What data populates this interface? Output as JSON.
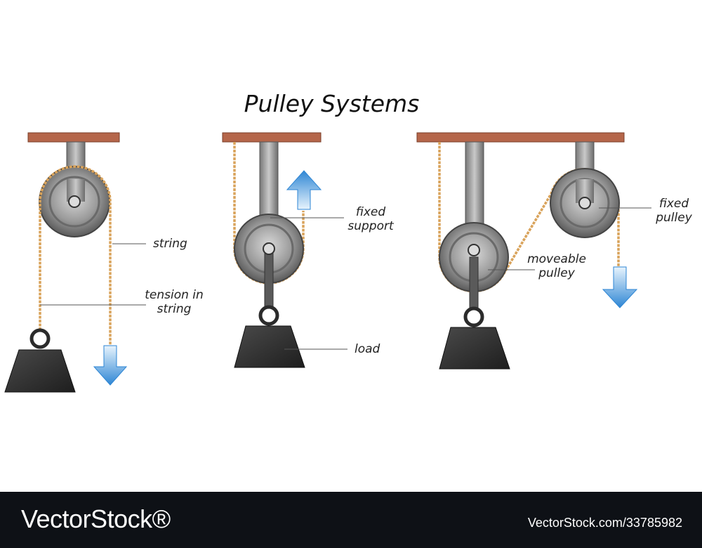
{
  "title": "Pulley Systems",
  "labels": {
    "string": "string",
    "tension_line1": "tension in",
    "tension_line2": "string",
    "fixed_support_line1": "fixed",
    "fixed_support_line2": "support",
    "load": "load",
    "moveable_line1": "moveable",
    "moveable_line2": "pulley",
    "fixed_pulley_line1": "fixed",
    "fixed_pulley_line2": "pulley"
  },
  "footer": {
    "brand": "VectorStock®",
    "credit": "VectorStock.com/33785982"
  },
  "colors": {
    "beam": "#b5664a",
    "rope": "#d9a35b",
    "steel": "#888888",
    "weight": "#2b2b2b",
    "arrow": "#3b8fd6"
  }
}
